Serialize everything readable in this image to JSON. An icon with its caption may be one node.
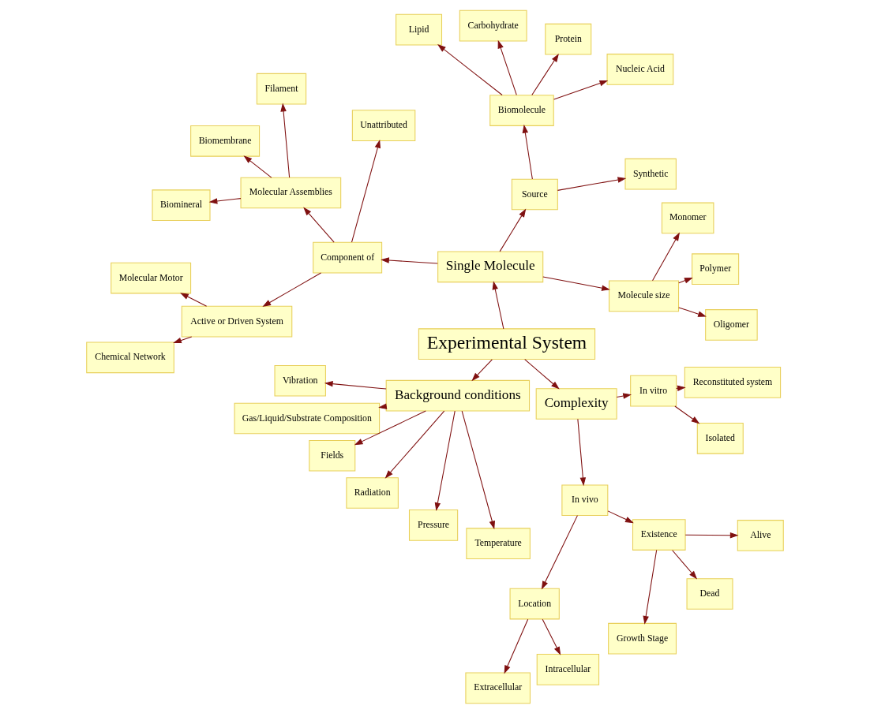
{
  "diagram": {
    "nodes": [
      {
        "text": [
          "Experimental System"
        ]
      },
      {
        "text": [
          "Single Molecule"
        ]
      },
      {
        "text": [
          "Background conditions"
        ]
      },
      {
        "text": [
          "Complexity"
        ]
      },
      {
        "text": [
          "Molecule size"
        ]
      },
      {
        "text": [
          "Source"
        ]
      },
      {
        "text": [
          "Component of"
        ]
      },
      {
        "text": [
          "Oligomer"
        ]
      },
      {
        "text": [
          "Polymer"
        ]
      },
      {
        "text": [
          "Monomer"
        ]
      },
      {
        "text": [
          "Synthetic"
        ]
      },
      {
        "text": [
          "Biomolecule"
        ]
      },
      {
        "text": [
          "Nucleic Acid"
        ]
      },
      {
        "text": [
          "Protein"
        ]
      },
      {
        "text": [
          "Carbohydrate"
        ]
      },
      {
        "text": [
          "Lipid"
        ]
      },
      {
        "text": [
          "Unattributed"
        ]
      },
      {
        "text": [
          "Molecular Assemblies"
        ]
      },
      {
        "text": [
          "Active or Driven System"
        ]
      },
      {
        "text": [
          "Filament"
        ]
      },
      {
        "text": [
          "Biomembrane"
        ]
      },
      {
        "text": [
          "Biomineral"
        ]
      },
      {
        "text": [
          "Molecular Motor"
        ]
      },
      {
        "text": [
          "Chemical Network"
        ]
      },
      {
        "text": [
          "Vibration"
        ]
      },
      {
        "text": [
          "Gas/Liquid/Substrate Composition"
        ]
      },
      {
        "text": [
          "Fields"
        ]
      },
      {
        "text": [
          "Radiation"
        ]
      },
      {
        "text": [
          "Pressure"
        ]
      },
      {
        "text": [
          "Temperature"
        ]
      },
      {
        "text": [
          "In vivo"
        ]
      },
      {
        "text": [
          "In vitro"
        ]
      },
      {
        "text": [
          "Location"
        ]
      },
      {
        "text": [
          "Existence"
        ]
      },
      {
        "text": [
          "Extracellular"
        ]
      },
      {
        "text": [
          "Intracellular"
        ]
      },
      {
        "text": [
          "Growth Stage"
        ]
      },
      {
        "text": [
          "Dead"
        ]
      },
      {
        "text": [
          "Alive"
        ]
      },
      {
        "text": [
          "Isolated"
        ]
      },
      {
        "text": [
          "Reconstituted system"
        ]
      }
    ],
    "edges": [
      {
        "from": 0,
        "to": 1,
        "arrow": "to"
      },
      {
        "from": 0,
        "to": 2,
        "arrow": "to"
      },
      {
        "from": 0,
        "to": 3,
        "arrow": "to"
      },
      {
        "from": 1,
        "to": 4,
        "arrow": "to"
      },
      {
        "from": 1,
        "to": 5,
        "arrow": "to"
      },
      {
        "from": 1,
        "to": 6,
        "arrow": "to"
      },
      {
        "from": 4,
        "to": 7,
        "arrow": "to"
      },
      {
        "from": 4,
        "to": 8,
        "arrow": "to"
      },
      {
        "from": 4,
        "to": 9,
        "arrow": "to"
      },
      {
        "from": 5,
        "to": 10,
        "arrow": "to"
      },
      {
        "from": 5,
        "to": 11,
        "arrow": "to"
      },
      {
        "from": 11,
        "to": 12,
        "arrow": "to"
      },
      {
        "from": 11,
        "to": 13,
        "arrow": "to"
      },
      {
        "from": 11,
        "to": 14,
        "arrow": "to"
      },
      {
        "from": 11,
        "to": 15,
        "arrow": "to"
      },
      {
        "from": 6,
        "to": 16,
        "arrow": "to"
      },
      {
        "from": 6,
        "to": 17,
        "arrow": "to"
      },
      {
        "from": 6,
        "to": 18,
        "arrow": "to"
      },
      {
        "from": 17,
        "to": 19,
        "arrow": "to"
      },
      {
        "from": 17,
        "to": 20,
        "arrow": "to"
      },
      {
        "from": 17,
        "to": 21,
        "arrow": "to"
      },
      {
        "from": 18,
        "to": 22,
        "arrow": "to"
      },
      {
        "from": 18,
        "to": 23,
        "arrow": "to"
      },
      {
        "from": 2,
        "to": 24,
        "arrow": "to"
      },
      {
        "from": 2,
        "to": 25,
        "arrow": "to"
      },
      {
        "from": 2,
        "to": 26,
        "arrow": "to"
      },
      {
        "from": 2,
        "to": 27,
        "arrow": "to"
      },
      {
        "from": 2,
        "to": 28,
        "arrow": "to"
      },
      {
        "from": 2,
        "to": 29,
        "arrow": "to"
      },
      {
        "from": 3,
        "to": 30,
        "arrow": "to"
      },
      {
        "from": 3,
        "to": 31,
        "arrow": "to"
      },
      {
        "from": 30,
        "to": 32,
        "arrow": "to"
      },
      {
        "from": 30,
        "to": 33,
        "arrow": "to"
      },
      {
        "from": 32,
        "to": 34,
        "arrow": "to"
      },
      {
        "from": 32,
        "to": 35,
        "arrow": "to"
      },
      {
        "from": 33,
        "to": 36,
        "arrow": "to"
      },
      {
        "from": 33,
        "to": 37,
        "arrow": "to"
      },
      {
        "from": 33,
        "to": 38,
        "arrow": "to"
      },
      {
        "from": 31,
        "to": 39,
        "arrow": "to"
      },
      {
        "from": 31,
        "to": 40,
        "arrow": "to"
      }
    ]
  }
}
